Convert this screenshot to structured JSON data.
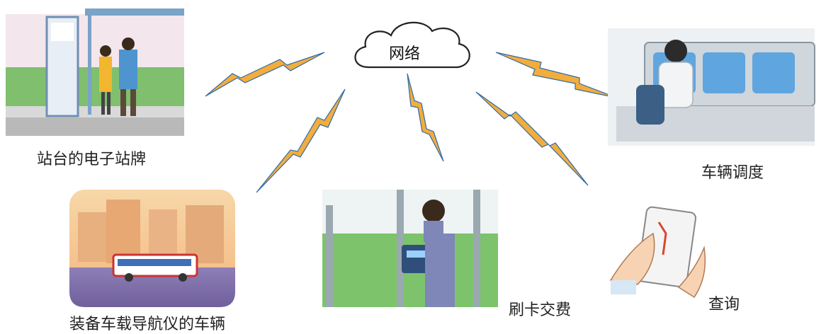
{
  "center": {
    "label": "网络"
  },
  "nodes": [
    {
      "label": "站台的电子站牌",
      "image": "bus-stop-sign-illustration"
    },
    {
      "label": "装备车载导航仪的车辆",
      "image": "bus-with-navigation-illustration"
    },
    {
      "label": "刷卡交费",
      "image": "card-payment-illustration"
    },
    {
      "label": "查询",
      "image": "phone-query-illustration"
    },
    {
      "label": "车辆调度",
      "image": "dispatch-center-illustration"
    }
  ],
  "colors": {
    "link_fill": "#f2ad3d",
    "link_stroke": "#2f6aa8",
    "cloud_stroke": "#222222"
  }
}
